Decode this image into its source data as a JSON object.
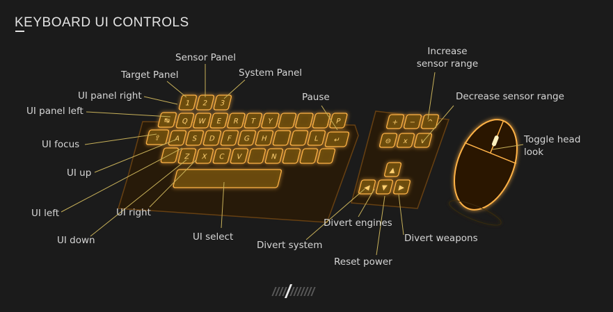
{
  "title": "KEYBOARD UI CONTROLS",
  "colors": {
    "glow": "#ff9a1a",
    "key_fill": "#6a4a08",
    "key_edge": "#ffb347",
    "leader": "#c9b25a",
    "text": "#d6d6d6"
  },
  "keyboard": {
    "number_row": [
      "1",
      "2",
      "3"
    ],
    "row_q": [
      "Q",
      "W",
      "E",
      "R",
      "T",
      "Y",
      "",
      "",
      "",
      "P"
    ],
    "row_q_prefix": "↹",
    "row_a": [
      "A",
      "S",
      "D",
      "F",
      "G",
      "H",
      "",
      "",
      "L"
    ],
    "row_a_prefix": "⇪",
    "row_a_enter": "↵",
    "row_z": [
      "Z",
      "X",
      "C",
      "V",
      "",
      "N",
      "",
      "",
      ""
    ]
  },
  "numpad": {
    "row1": [
      "+",
      "−",
      "^"
    ],
    "row2": [
      "⊖",
      "x",
      "v"
    ],
    "arrows": {
      "up": "▲",
      "left": "◀",
      "down": "▼",
      "right": "▶"
    }
  },
  "labels": {
    "sensor_panel": "Sensor Panel",
    "target_panel": "Target Panel",
    "system_panel": "System Panel",
    "ui_panel_right": "UI panel right",
    "ui_panel_left": "UI panel left",
    "ui_focus": "UI focus",
    "ui_up": "UI up",
    "ui_left": "UI left",
    "ui_right": "UI right",
    "ui_down": "UI down",
    "ui_select": "UI select",
    "pause": "Pause",
    "increase_sensor_range_1": "Increase",
    "increase_sensor_range_2": "sensor range",
    "decrease_sensor_range": "Decrease sensor range",
    "toggle_head_look_1": "Toggle head",
    "toggle_head_look_2": "look",
    "divert_engines": "Divert engines",
    "divert_system": "Divert system",
    "divert_weapons": "Divert weapons",
    "reset_power": "Reset power"
  },
  "pager": {
    "total": 12,
    "current": 5
  }
}
